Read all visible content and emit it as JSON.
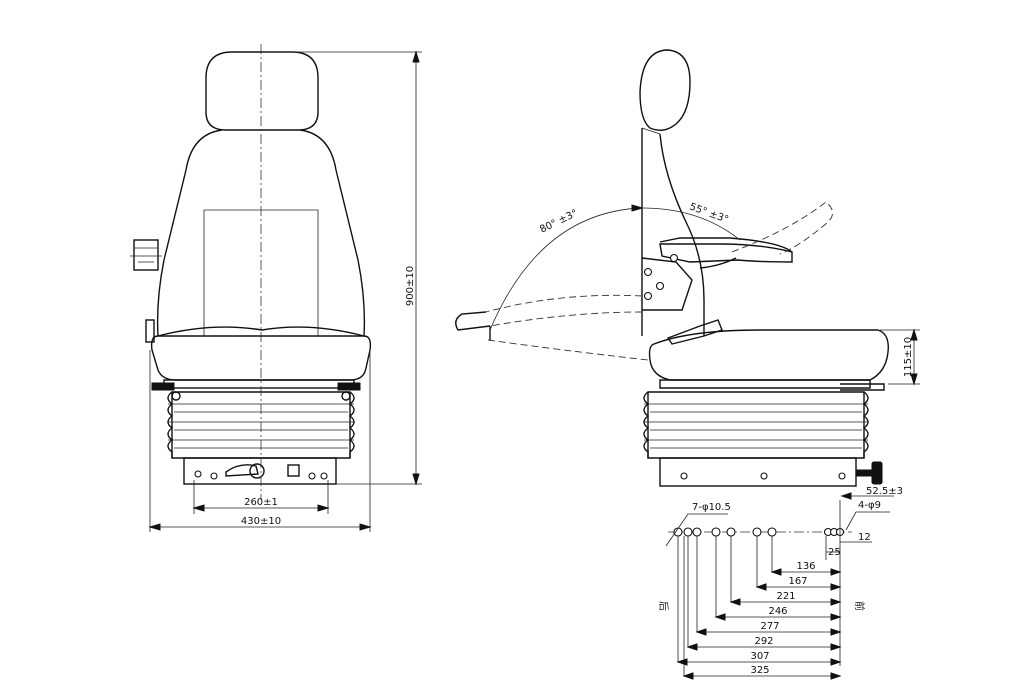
{
  "front_view": {
    "dim_height": "900±10",
    "dim_bolt_spacing": "260±1",
    "dim_width": "430±10"
  },
  "side_view": {
    "angle_backrest": "80° ±3°",
    "angle_armrest": "55° ±3°",
    "dim_cushion_height": "115±10"
  },
  "hole_pattern": {
    "callout_front": "7-φ10.5",
    "callout_rear": "4-φ9",
    "dim_52_5": "52.5±3",
    "dim_12": "12",
    "dim_25": "25",
    "dimensions": [
      "136",
      "167",
      "221",
      "246",
      "277",
      "292",
      "307",
      "325"
    ],
    "label_rear": "后",
    "label_front": "前"
  }
}
